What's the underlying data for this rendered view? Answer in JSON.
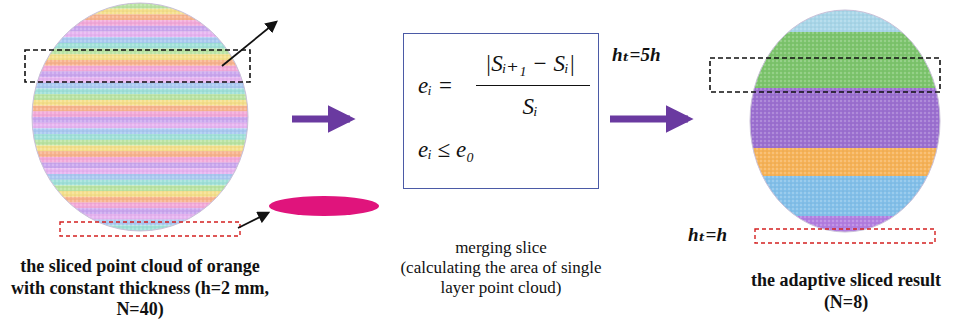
{
  "diagram": {
    "nodes": [
      {
        "text": [
          "eᵢ =",
          "|Sᵢ₊₁ − Sᵢ|",
          "Sᵢ",
          "eᵢ ≤ e₀"
        ]
      }
    ],
    "labels": [
      "hₜ=5h",
      "hₜ=h",
      "the sliced point cloud of orange with constant thickness (h=2 mm, N=40)",
      "merging slice",
      "(calculating the area of single layer point cloud)",
      "the adaptive sliced result (N=8)"
    ]
  }
}
